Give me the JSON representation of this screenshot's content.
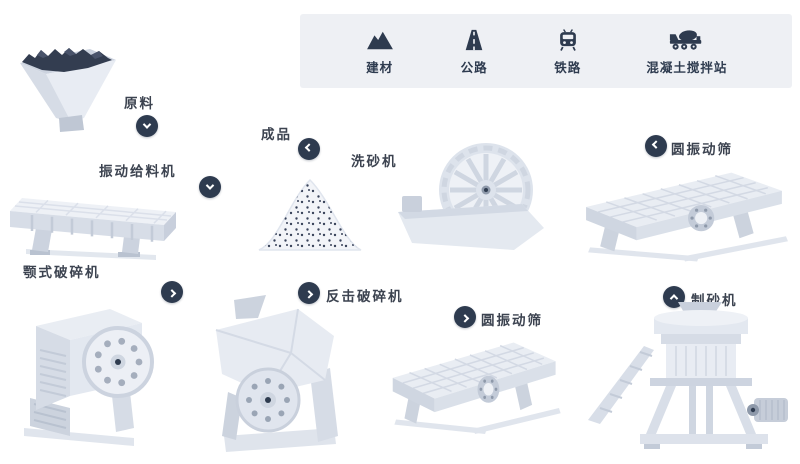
{
  "applications": {
    "items": [
      {
        "label": "建材",
        "icon": "building-materials-icon"
      },
      {
        "label": "公路",
        "icon": "highway-road-icon"
      },
      {
        "label": "铁路",
        "icon": "railway-train-icon"
      },
      {
        "label": "混凝土搅拌站",
        "icon": "concrete-mixer-truck-icon"
      }
    ]
  },
  "flow": {
    "nodes": [
      {
        "id": "raw-material",
        "label": "原料",
        "arrow": "down",
        "chevron_class": "chev chev-down"
      },
      {
        "id": "vibrating-feeder",
        "label": "振动给料机",
        "arrow": "down",
        "chevron_class": "chev chev-down"
      },
      {
        "id": "finished-product",
        "label": "成品",
        "arrow": "left",
        "chevron_class": "chev chev-left"
      },
      {
        "id": "sand-washer",
        "label": "洗砂机",
        "arrow": "none",
        "chevron_class": ""
      },
      {
        "id": "circular-vibrating-screen-upper",
        "label": "圆振动筛",
        "arrow": "left",
        "chevron_class": "chev chev-left"
      },
      {
        "id": "jaw-crusher",
        "label": "颚式破碎机",
        "arrow": "right",
        "chevron_class": "chev chev-right"
      },
      {
        "id": "impact-crusher",
        "label": "反击破碎机",
        "arrow": "right",
        "chevron_class": "chev chev-right"
      },
      {
        "id": "circular-vibrating-screen-lower",
        "label": "圆振动筛",
        "arrow": "right",
        "chevron_class": "chev chev-right"
      },
      {
        "id": "sand-making-machine",
        "label": "制砂机",
        "arrow": "up",
        "chevron_class": "chev chev-up"
      }
    ],
    "colors": {
      "badge": "#2e3b4f",
      "panel_bg": "#eef0f4",
      "label_text": "#3c4350",
      "machine_light": "#eceff4",
      "machine_mid": "#dde3ec",
      "machine_shade": "#c9d0dc",
      "rock_dark": "#333d50",
      "sand_dot": "#39435a"
    }
  }
}
